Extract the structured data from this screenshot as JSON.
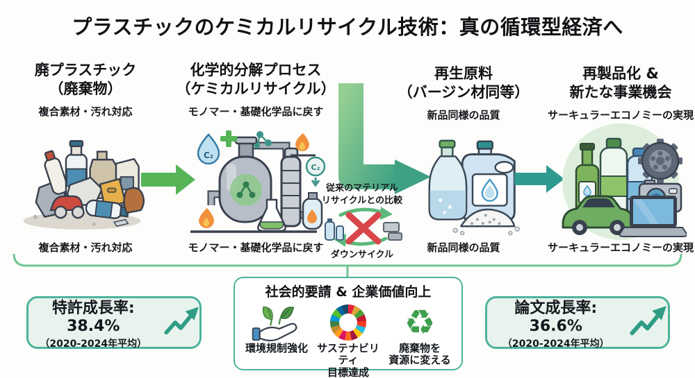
{
  "title": "プラスチックのケミカルリサイクル技術：真の循環型経済へ",
  "stages": [
    {
      "heading": "廃プラスチック\n（廃棄物）",
      "subtitle": "複合素材・汚れ対応",
      "caption": "複合素材・汚れ対応",
      "illustration": "waste-plastic-pile"
    },
    {
      "heading": "化学的分解プロセス\n（ケミカルリサイクル）",
      "subtitle": "モノマー・基礎化学品に戻す",
      "caption": "モノマー・基礎化学品に戻す",
      "illustration": "chemical-reactor-plant"
    },
    {
      "heading": "再生原料\n（バージン材同等）",
      "subtitle": "新品同様の品質",
      "caption": "新品同様の品質",
      "illustration": "recycled-material-jug-and-pellets"
    },
    {
      "heading": "再製品化 &\n新たな事業機会",
      "subtitle": "サーキュラーエコノミーの実現",
      "caption": "サーキュラーエコノミーの実現",
      "illustration": "new-products-bottles-camera-car-laptop"
    }
  ],
  "comparison": {
    "note": "従来のマテリアル\nリサイクルとの比較",
    "label": "ダウンサイクル",
    "icon": "downcycle-crossed-out"
  },
  "stats": {
    "patent": {
      "value": "特許成長率: 38.4%",
      "period": "（2020-2024年平均）",
      "icon": "up-trend-arrow"
    },
    "paper": {
      "value": "論文成長率: 36.6%",
      "period": "（2020-2024年平均）",
      "icon": "up-trend-arrow"
    }
  },
  "social_box": {
    "title": "社会的要請 & 企業価値向上",
    "items": [
      {
        "label": "環境規制強化",
        "icon": "hand-with-leaves-icon"
      },
      {
        "label": "サステナビリティ\n目標達成",
        "icon": "sdg-wheel-icon"
      },
      {
        "label": "廃棄物を\n資源に変える",
        "icon": "recycle-icon",
        "glyph": "♻"
      }
    ]
  },
  "colors": {
    "accent_teal": "#2f9a8f",
    "accent_green": "#57b457",
    "box_border": "#4db39c",
    "box_fill": "#e8f3ed",
    "bracket": "#71c493",
    "cross_red": "#d9464a",
    "title_text": "#101114"
  }
}
